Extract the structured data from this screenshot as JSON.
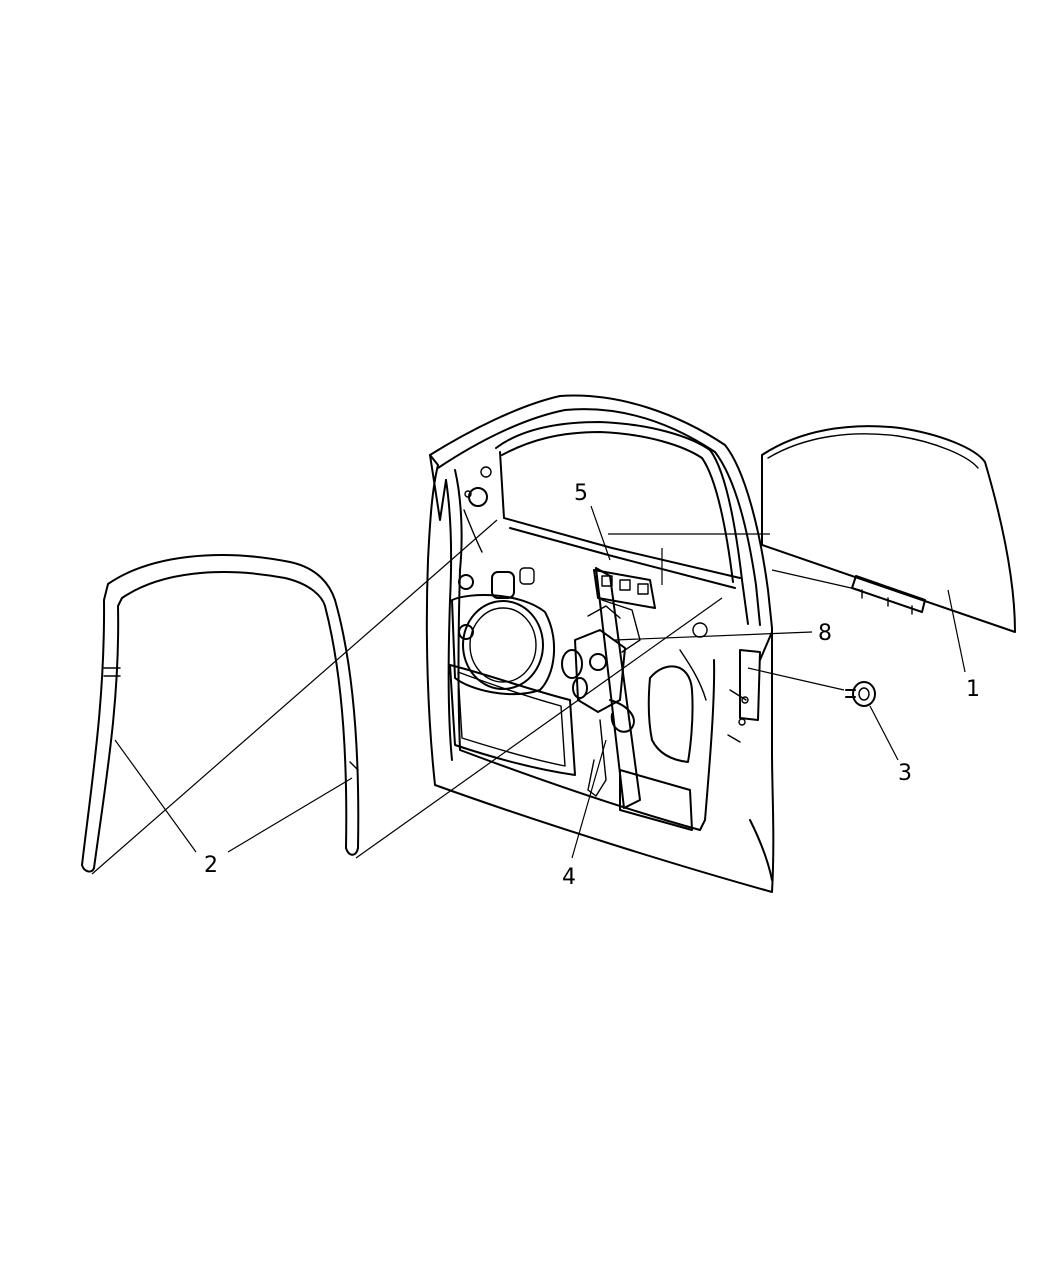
{
  "callouts": {
    "c1": "1",
    "c2": "2",
    "c3": "3",
    "c4": "4",
    "c5": "5",
    "c8": "8"
  }
}
